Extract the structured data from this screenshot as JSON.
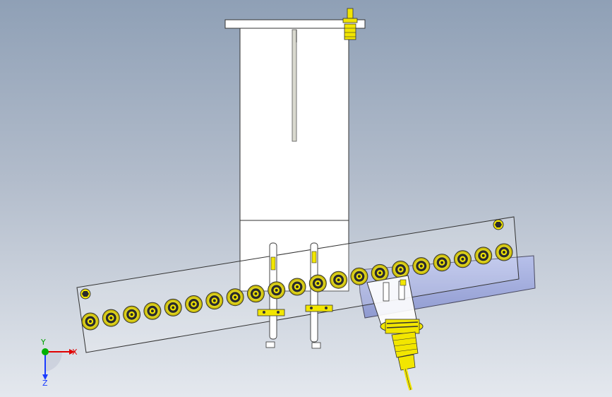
{
  "colors": {
    "background_top": "#8fa0b6",
    "background_bottom": "#e4e8ee",
    "part_white": "#ffffff",
    "edge": "#3a3a3a",
    "bearing_yellow": "#f2e600",
    "bearing_dark": "#2b2b2b",
    "blue_plate": "#a9b3e0",
    "axis_x": "#e00000",
    "axis_y": "#00b000",
    "axis_z": "#1a3cff"
  },
  "icons": {
    "triad": "coordinate-axis-triad-icon"
  },
  "triad": {
    "x_label": "X",
    "y_label": "Y",
    "z_label": "Z"
  },
  "bearings": {
    "count": 21
  }
}
